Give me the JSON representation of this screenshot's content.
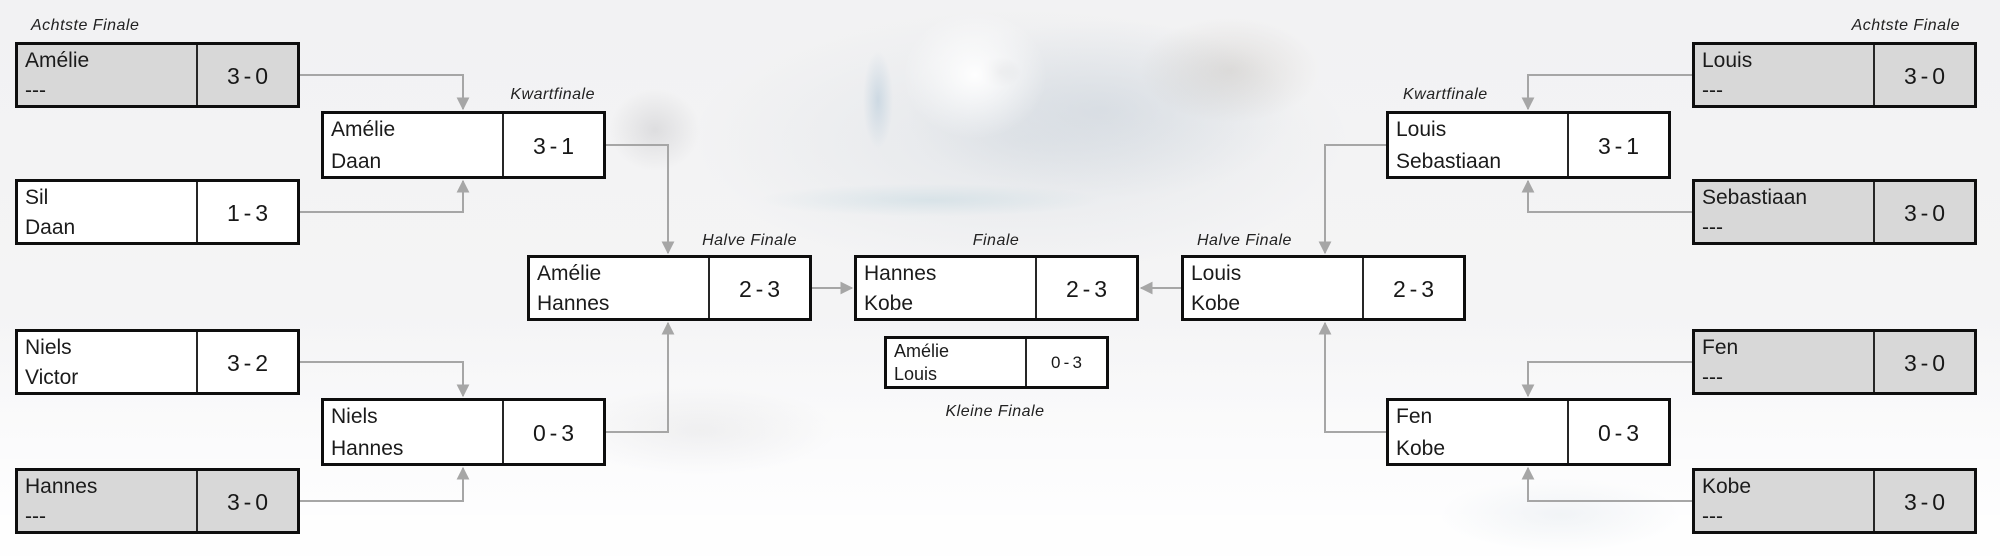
{
  "colors": {
    "box_border": "#0e0e0e",
    "bye_fill": "#d8d8d8",
    "match_fill": "#ffffff",
    "connector": "#a6a6a6",
    "text": "#1b1b1b",
    "label_text": "#262626"
  },
  "labels": {
    "achtste_finale_left": "Achtste Finale",
    "kwartfinale_left": "Kwartfinale",
    "halve_finale_left": "Halve Finale",
    "finale": "Finale",
    "kleine_finale": "Kleine Finale",
    "halve_finale_right": "Halve Finale",
    "kwartfinale_right": "Kwartfinale",
    "achtste_finale_right": "Achtste Finale"
  },
  "matches": {
    "l_af_1": {
      "player1": "Amélie",
      "player2": "---",
      "score": "3 - 0"
    },
    "l_af_2": {
      "player1": "Sil",
      "player2": "Daan",
      "score": "1 - 3"
    },
    "l_af_3": {
      "player1": "Niels",
      "player2": "Victor",
      "score": "3 - 2"
    },
    "l_af_4": {
      "player1": "Hannes",
      "player2": "---",
      "score": "3 - 0"
    },
    "l_qf_1": {
      "player1": "Amélie",
      "player2": "Daan",
      "score": "3 - 1"
    },
    "l_qf_2": {
      "player1": "Niels",
      "player2": "Hannes",
      "score": "0 - 3"
    },
    "l_hf": {
      "player1": "Amélie",
      "player2": "Hannes",
      "score": "2 - 3"
    },
    "finale": {
      "player1": "Hannes",
      "player2": "Kobe",
      "score": "2 - 3"
    },
    "kleine": {
      "player1": "Amélie",
      "player2": "Louis",
      "score": "0 - 3"
    },
    "r_hf": {
      "player1": "Louis",
      "player2": "Kobe",
      "score": "2 - 3"
    },
    "r_qf_1": {
      "player1": "Louis",
      "player2": "Sebastiaan",
      "score": "3 - 1"
    },
    "r_qf_2": {
      "player1": "Fen",
      "player2": "Kobe",
      "score": "0 - 3"
    },
    "r_af_1": {
      "player1": "Louis",
      "player2": "---",
      "score": "3 - 0"
    },
    "r_af_2": {
      "player1": "Sebastiaan",
      "player2": "---",
      "score": "3 - 0"
    },
    "r_af_3": {
      "player1": "Fen",
      "player2": "---",
      "score": "3 - 0"
    },
    "r_af_4": {
      "player1": "Kobe",
      "player2": "---",
      "score": "3 - 0"
    }
  }
}
